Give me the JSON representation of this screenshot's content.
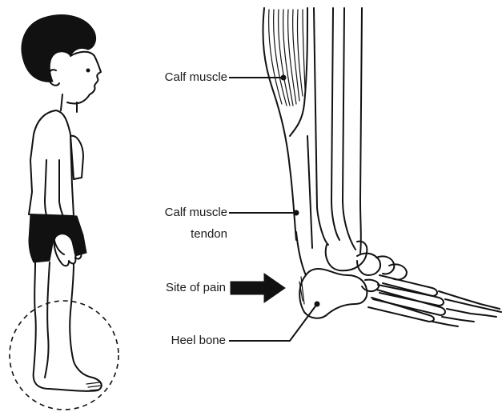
{
  "labels": {
    "calf_muscle": "Calf muscle",
    "calf_muscle_tendon_line1": "Calf muscle",
    "calf_muscle_tendon_line2": "tendon",
    "site_of_pain": "Site of pain",
    "heel_bone": "Heel bone"
  },
  "colors": {
    "ink": "#111111",
    "background": "#ffffff"
  },
  "icons": {
    "pain_indicator": "arrow-right-icon"
  }
}
